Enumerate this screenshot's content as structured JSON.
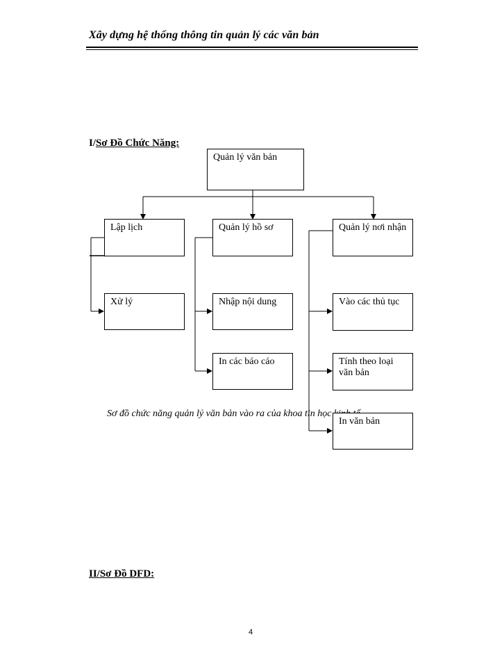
{
  "header": {
    "title": "Xây dựng hệ thống thông tin quản lý các văn bản"
  },
  "section1": {
    "prefix": "I/",
    "title": "Sơ Đồ Chức Năng:"
  },
  "diagram": {
    "root": "Quản lý văn bản",
    "columns": [
      {
        "head": "Lập lịch",
        "children": [
          "Xử lý"
        ]
      },
      {
        "head": "Quản lý hồ sơ",
        "children": [
          "Nhập nội dung",
          "In các báo cáo"
        ]
      },
      {
        "head": "Quản lý nơi nhận",
        "children": [
          "Vào các thủ tục",
          "Tính theo loại văn bản",
          "In văn bản"
        ]
      }
    ]
  },
  "caption": "Sơ đồ chức năng quản lý văn bản vào ra của khoa tin học kinh tế",
  "section2": {
    "prefix": "II/",
    "title": "Sơ Đồ DFD:"
  },
  "page_number": "4"
}
